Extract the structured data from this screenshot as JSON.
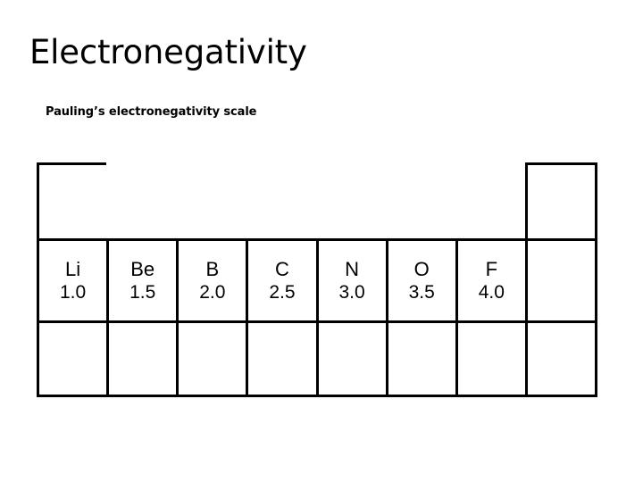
{
  "slide": {
    "title": "Electronegativity",
    "subtitle": "Pauling’s electronegativity scale",
    "background_color": "#ffffff",
    "text_color": "#000000",
    "border_color": "#000000"
  },
  "table": {
    "columns": 8,
    "rows": 3,
    "cells": [
      [
        {
          "symbol": "",
          "value": "",
          "bordered": true
        },
        {
          "symbol": "",
          "value": "",
          "bordered": false
        },
        {
          "symbol": "",
          "value": "",
          "bordered": false
        },
        {
          "symbol": "",
          "value": "",
          "bordered": false
        },
        {
          "symbol": "",
          "value": "",
          "bordered": false
        },
        {
          "symbol": "",
          "value": "",
          "bordered": false
        },
        {
          "symbol": "",
          "value": "",
          "bordered": false
        },
        {
          "symbol": "",
          "value": "",
          "bordered": true
        }
      ],
      [
        {
          "symbol": "Li",
          "value": "1.0",
          "bordered": true
        },
        {
          "symbol": "Be",
          "value": "1.5",
          "bordered": true
        },
        {
          "symbol": "B",
          "value": "2.0",
          "bordered": true
        },
        {
          "symbol": "C",
          "value": "2.5",
          "bordered": true
        },
        {
          "symbol": "N",
          "value": "3.0",
          "bordered": true
        },
        {
          "symbol": "O",
          "value": "3.5",
          "bordered": true
        },
        {
          "symbol": "F",
          "value": "4.0",
          "bordered": true
        },
        {
          "symbol": "",
          "value": "",
          "bordered": true
        }
      ],
      [
        {
          "symbol": "",
          "value": "",
          "bordered": true
        },
        {
          "symbol": "",
          "value": "",
          "bordered": true
        },
        {
          "symbol": "",
          "value": "",
          "bordered": true
        },
        {
          "symbol": "",
          "value": "",
          "bordered": true
        },
        {
          "symbol": "",
          "value": "",
          "bordered": true
        },
        {
          "symbol": "",
          "value": "",
          "bordered": true
        },
        {
          "symbol": "",
          "value": "",
          "bordered": true
        },
        {
          "symbol": "",
          "value": "",
          "bordered": true
        }
      ]
    ]
  }
}
